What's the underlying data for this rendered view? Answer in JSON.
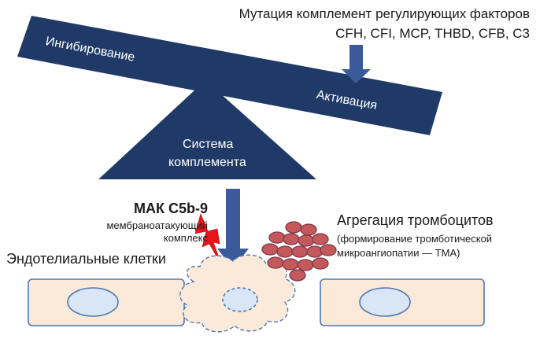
{
  "colors": {
    "beam": "#1f3a66",
    "arrow": "#3a5a9a",
    "cell_fill": "#fbe9d9",
    "cell_stroke": "#4f78b0",
    "nucleus_fill": "#d9e6f5",
    "platelet": "#c4585a",
    "bolt": "#e8141c"
  },
  "mutation": {
    "line1": "Мутация комплемент регулирующих факторов",
    "line2": "CFH, CFI, MCP, THBD, CFB, C3"
  },
  "beam": {
    "left_label": "Ингибирование",
    "right_label": "Активация"
  },
  "fulcrum": {
    "line1": "Система",
    "line2": "комплемента"
  },
  "mak": {
    "title": "МАК C5b-9",
    "sub1": "мембраноатакующий",
    "sub2": "комплекс"
  },
  "cells_label": "Эндотелиальные клетки",
  "aggregation": {
    "title": "Агрегация тромбоцитов",
    "sub1": "(формирование тромботической",
    "sub2": "микроангиопатии — ТМА)"
  },
  "icons": {
    "lightning": "lightning-bolt-icon",
    "platelets": "platelet-cluster-icon"
  }
}
